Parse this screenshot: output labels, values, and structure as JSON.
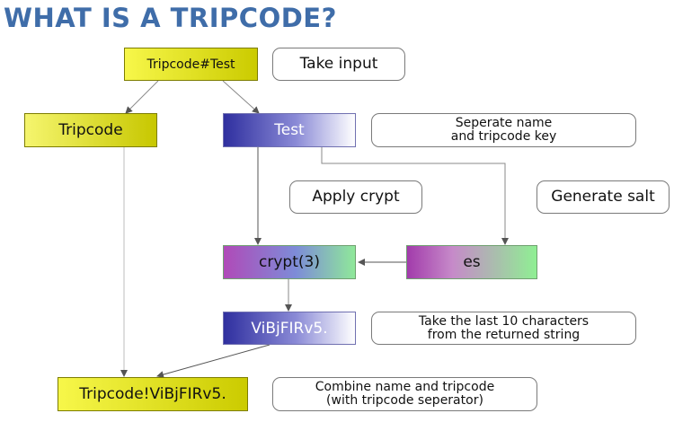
{
  "title": "WHAT IS A TRIPCODE?",
  "nodes": {
    "input": "Tripcode#Test",
    "name": "Tripcode",
    "key": "Test",
    "crypt": "crypt(3)",
    "salt": "es",
    "hash": "ViBjFIRv5.",
    "result": "Tripcode!ViBjFIRv5."
  },
  "notes": {
    "take_input": "Take input",
    "separate": "Seperate name\nand tripcode key",
    "apply_crypt": "Apply crypt",
    "generate_salt": "Generate salt",
    "last_chars": "Take the last 10 characters\nfrom the returned string",
    "combine": "Combine name and tripcode\n(with tripcode seperator)"
  },
  "colors": {
    "title": "#3f6da9",
    "yellow": "#e8e820",
    "blue": "#2f2f9f",
    "purple": "#a23bab",
    "green": "#8fef93"
  }
}
